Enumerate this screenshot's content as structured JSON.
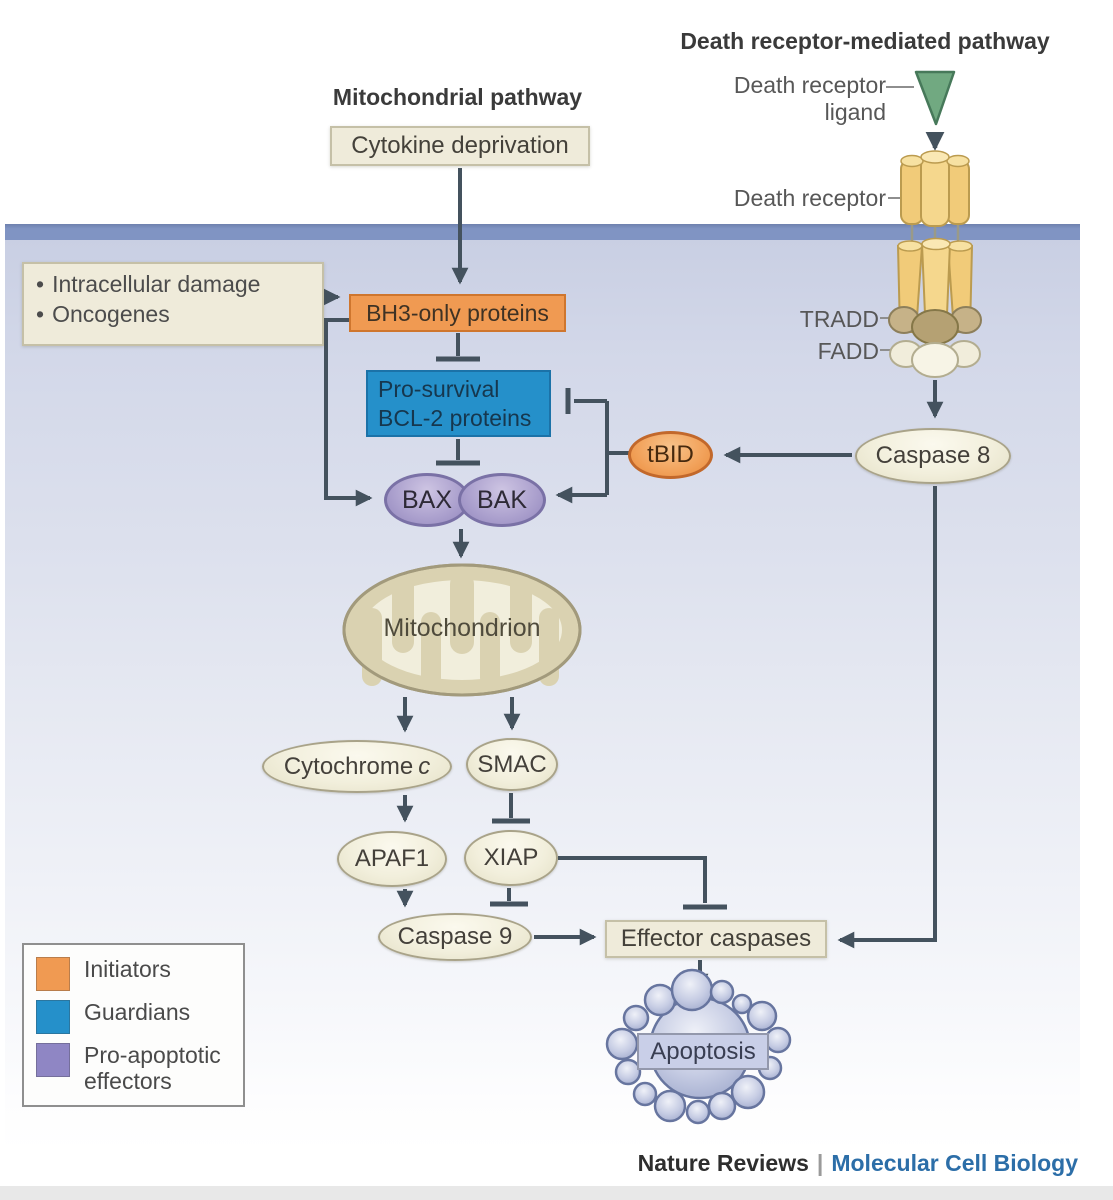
{
  "pathway_titles": {
    "mitochondrial": "Mitochondrial pathway",
    "death_receptor": "Death receptor-mediated pathway"
  },
  "stimuli": {
    "cytokine_box": "Cytokine deprivation",
    "bullet": "•",
    "damage_items": [
      "Intracellular damage",
      "Oncogenes"
    ]
  },
  "receptor_labels": {
    "ligand_line1": "Death receptor",
    "ligand_line2": "ligand",
    "receptor": "Death receptor",
    "tradd": "TRADD",
    "fadd": "FADD"
  },
  "nodes": {
    "bh3": "BH3-only proteins",
    "bcl2_line1": "Pro-survival",
    "bcl2_line2": "BCL-2 proteins",
    "bax": "BAX",
    "bak": "BAK",
    "tbid": "tBID",
    "caspase8": "Caspase 8",
    "mitochondrion": "Mitochondrion",
    "cytochrome_c_word": "Cytochrome",
    "cytochrome_c_letter": "c",
    "smac": "SMAC",
    "apaf1": "APAF1",
    "xiap": "XIAP",
    "caspase9": "Caspase 9",
    "effector_caspases": "Effector caspases",
    "apoptosis": "Apoptosis"
  },
  "colors": {
    "initiator_orange": "#F09A52",
    "guardian_blue": "#2590CA",
    "effector_purple": "#8F86C4",
    "membrane_blue": "#8094C3",
    "arrow_slate": "#44525E",
    "ligand_green": "#71A981"
  },
  "legend": {
    "items": [
      {
        "label": "Initiators",
        "color": "#F09A52"
      },
      {
        "label": "Guardians",
        "color": "#2590CA"
      },
      {
        "label": "Pro-apoptotic effectors",
        "color": "#8F86C4"
      }
    ]
  },
  "footer": {
    "journal": "Nature Reviews",
    "separator": "|",
    "magazine": "Molecular Cell Biology",
    "magazine_color": "#2C6EA8"
  }
}
